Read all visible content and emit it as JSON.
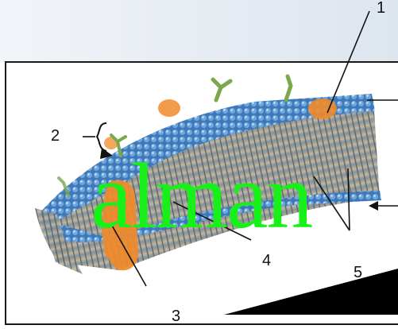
{
  "diagram": {
    "labels": {
      "n1": "1",
      "n2": "2",
      "n3": "3",
      "n4": "4",
      "n5": "5"
    },
    "watermark": "alman",
    "colors": {
      "phospholipid_head": "#4a86c8",
      "protein": "#f08a2a",
      "carbohydrate_chain": "#7aa84a",
      "watermark": "#18f01a",
      "background_gradient_top": "#e4ebf2"
    }
  }
}
